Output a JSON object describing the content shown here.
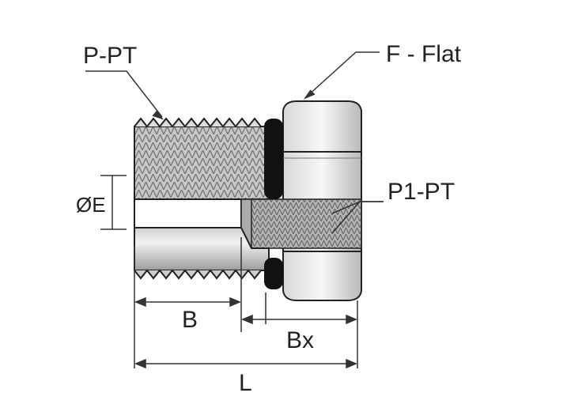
{
  "labels": {
    "male_thread": "P-PT",
    "flat": "F - Flat",
    "female_thread": "P1-PT",
    "bore_diameter": "ØE",
    "thread_length": "B",
    "female_length": "Bx",
    "overall_length": "L"
  },
  "colors": {
    "line": "#222222",
    "metal_light": "#e6e6e6",
    "metal_dark": "#9a9a9a",
    "seal": "#111111"
  }
}
